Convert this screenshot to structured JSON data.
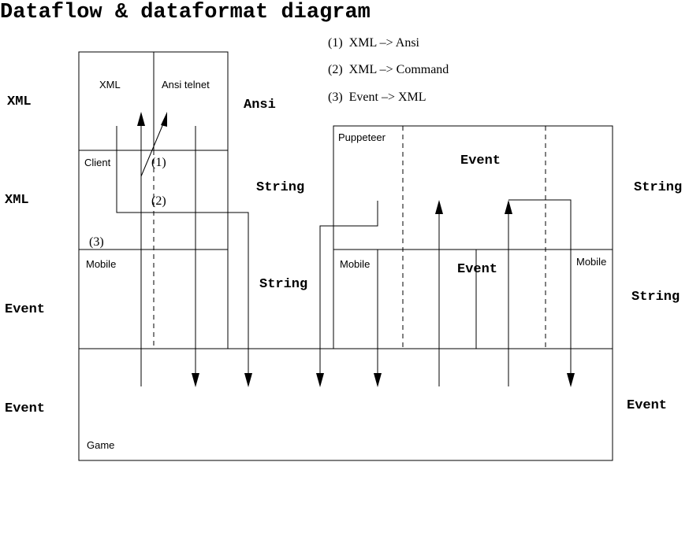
{
  "title": "Dataflow & dataformat diagram",
  "legend": [
    {
      "marker": "(1)",
      "text": "XML –> Ansi"
    },
    {
      "marker": "(2)",
      "text": "XML –> Command"
    },
    {
      "marker": "(3)",
      "text": "Event –> XML"
    }
  ],
  "left_labels": [
    "XML",
    "XML",
    "Event",
    "Event"
  ],
  "left_box": {
    "cell_xml": "XML",
    "cell_ansi_telnet": "Ansi telnet",
    "client": "Client",
    "mobile": "Mobile",
    "marker_1": "(1)",
    "marker_2": "(2)",
    "marker_3": "(3)"
  },
  "middle_labels": {
    "ansi": "Ansi",
    "string_upper": "String",
    "string_lower": "String"
  },
  "right_box": {
    "puppeteer": "Puppeteer",
    "event_upper": "Event",
    "mobile_left": "Mobile",
    "event_lower": "Event",
    "mobile_right": "Mobile"
  },
  "right_labels": {
    "string_upper": "String",
    "string_lower": "String",
    "event": "Event"
  },
  "game_box": {
    "game": "Game"
  }
}
